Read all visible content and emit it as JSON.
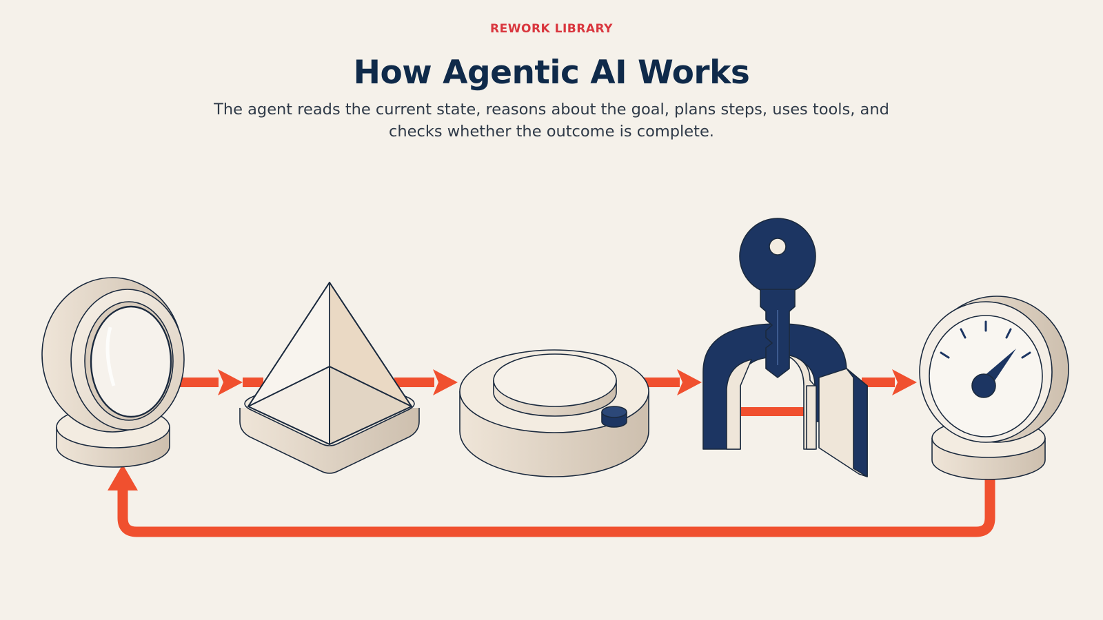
{
  "header": {
    "eyebrow": "REWORK LIBRARY",
    "title": "How Agentic AI Works",
    "subtitle": "The agent reads the current state, reasons about the goal, plans steps, uses tools, and checks whether the outcome is complete."
  },
  "colors": {
    "background": "#f5f1ea",
    "eyebrow": "#d9363e",
    "title": "#0f2a4a",
    "subtitle": "#2f3a48",
    "arrow": "#f0502f",
    "navy": "#1c3562",
    "cream": "#efe6d9",
    "outline": "#1b2a3e"
  },
  "diagram": {
    "nodes": [
      {
        "id": "observe",
        "icon": "mirror-icon"
      },
      {
        "id": "reason",
        "icon": "pyramid-icon"
      },
      {
        "id": "plan",
        "icon": "dial-icon"
      },
      {
        "id": "act",
        "icon": "key-magnet-icon"
      },
      {
        "id": "check",
        "icon": "gauge-icon"
      }
    ],
    "feedback_loop": true
  }
}
